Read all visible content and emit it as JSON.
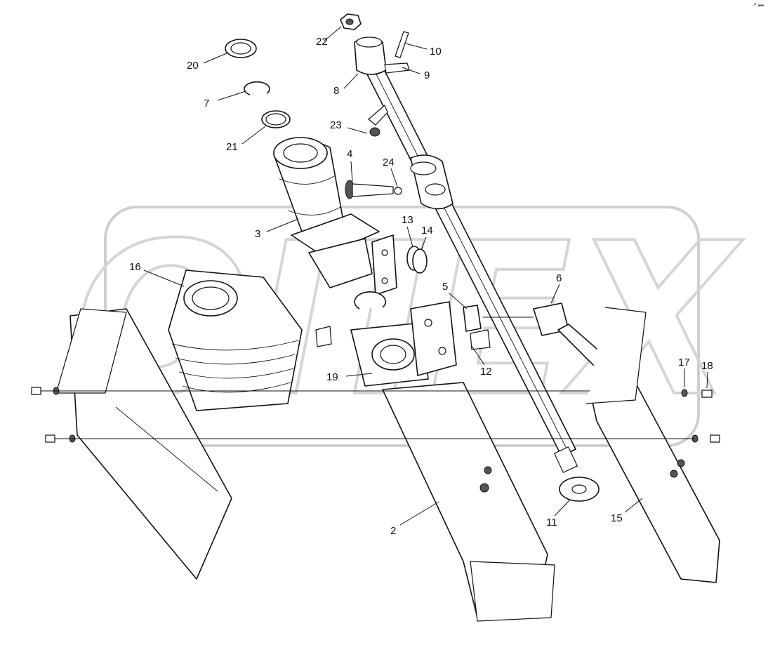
{
  "watermark": {
    "text": "ОПЕХ"
  },
  "corner_mark": "↗ ▬",
  "callouts": [
    {
      "id": "c1",
      "label": "22"
    },
    {
      "id": "c2",
      "label": "10"
    },
    {
      "id": "c3",
      "label": "9"
    },
    {
      "id": "c4",
      "label": "8"
    },
    {
      "id": "c5",
      "label": "20"
    },
    {
      "id": "c6",
      "label": "7"
    },
    {
      "id": "c7",
      "label": "21"
    },
    {
      "id": "c8",
      "label": "23"
    },
    {
      "id": "c9",
      "label": "4"
    },
    {
      "id": "c10",
      "label": "24"
    },
    {
      "id": "c11",
      "label": "3"
    },
    {
      "id": "c12",
      "label": "13"
    },
    {
      "id": "c13",
      "label": "14"
    },
    {
      "id": "c14",
      "label": "16"
    },
    {
      "id": "c15",
      "label": "5"
    },
    {
      "id": "c16",
      "label": "6"
    },
    {
      "id": "c17",
      "label": "12"
    },
    {
      "id": "c18",
      "label": "19"
    },
    {
      "id": "c19",
      "label": "17"
    },
    {
      "id": "c20",
      "label": "18"
    },
    {
      "id": "c21",
      "label": "2"
    },
    {
      "id": "c22",
      "label": "11"
    },
    {
      "id": "c23",
      "label": "15"
    }
  ]
}
